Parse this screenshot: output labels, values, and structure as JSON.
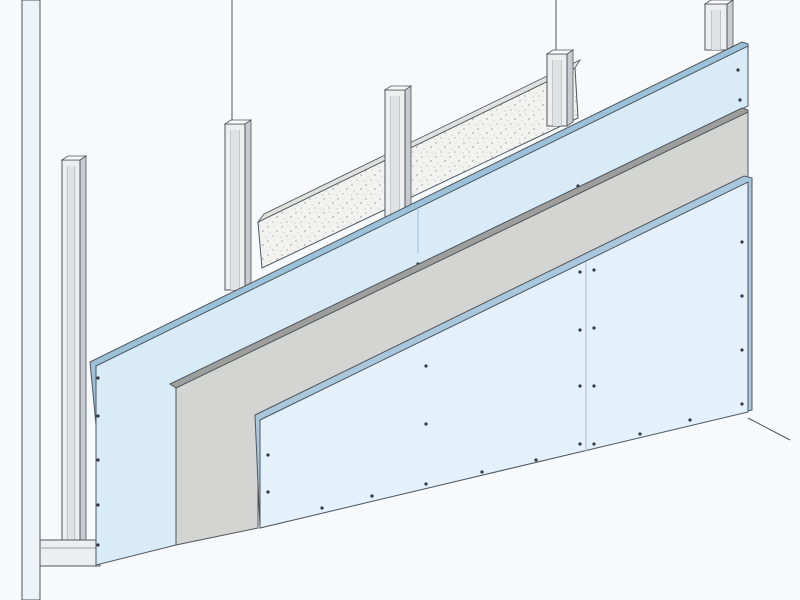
{
  "diagram": {
    "type": "exploded-wall-section",
    "view": "isometric",
    "colors": {
      "background": "#ffffff",
      "back_wall": "#f7fafc",
      "outline": "#4d565e",
      "stud_face": "#eceef0",
      "stud_side": "#c8ccd0",
      "stud_dark": "#9aa0a6",
      "insulation": "#f0f0ee",
      "board_blue": "#cfe5f3",
      "board_blue_inner": "#d8ebf7",
      "board_blue_edge": "#9cc2da",
      "board_grey": "#d4d4d2",
      "board_grey_edge": "#9e9e9c",
      "board_light": "#e4f0fa",
      "board_light_edge": "#a9c8dd",
      "screw": "#33393f"
    },
    "layers": [
      {
        "id": "steel-studs",
        "icon": "steel-c-stud",
        "count": 5
      },
      {
        "id": "mineral-wool-insulation",
        "icon": "insulation-batt"
      },
      {
        "id": "first-board-layer",
        "icon": "plasterboard-blue"
      },
      {
        "id": "second-board-layer",
        "icon": "plasterboard-grey"
      },
      {
        "id": "third-board-layer",
        "icon": "plasterboard-light"
      }
    ]
  }
}
